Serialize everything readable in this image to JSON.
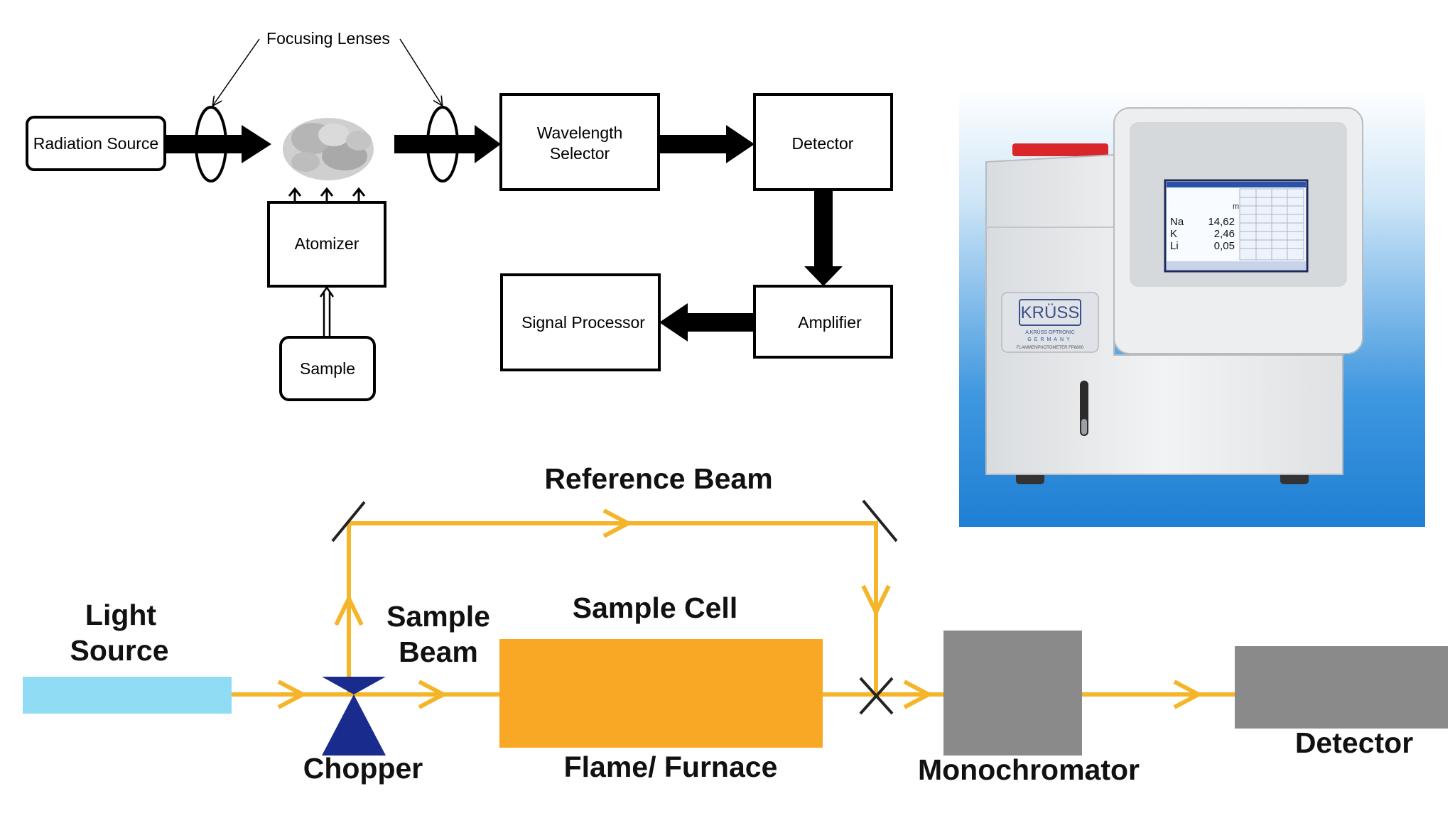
{
  "block_diagram": {
    "focusing_lenses": "Focusing Lenses",
    "radiation_source": "Radiation Source",
    "atomizer": "Atomizer",
    "sample": "Sample",
    "wavelength_selector_line1": "Wavelength",
    "wavelength_selector_line2": "Selector",
    "detector": "Detector",
    "amplifier": "Amplifier",
    "signal_processor": "Signal Processor"
  },
  "instrument_photo": {
    "brand": "KRÜSS",
    "brand_sub": "A.KRÜSS OPTRONIC",
    "country": "GERMANY",
    "model": "FLAMMENPHOTOMETER FP8800",
    "screen_unit": "mg/l",
    "screen_readings": [
      {
        "element": "Na",
        "value": "14,62"
      },
      {
        "element": "K",
        "value": "2,46"
      },
      {
        "element": "Li",
        "value": "0,05"
      }
    ],
    "background_color": "#2a86d8",
    "device_color": "#e8eaec",
    "accent_color": "#d8262a"
  },
  "beam_diagram": {
    "reference_beam": "Reference Beam",
    "light_source_line1": "Light",
    "light_source_line2": "Source",
    "sample_beam_line1": "Sample",
    "sample_beam_line2": "Beam",
    "sample_cell": "Sample Cell",
    "chopper": "Chopper",
    "flame_furnace": "Flame/ Furnace",
    "monochromator": "Monochromator",
    "detector": "Detector",
    "beam_color": "#f5b52a",
    "light_source_color": "#8fdcf4",
    "sample_cell_color": "#f9a825",
    "chopper_color": "#1a2b8e",
    "component_color": "#8a8a8a"
  }
}
